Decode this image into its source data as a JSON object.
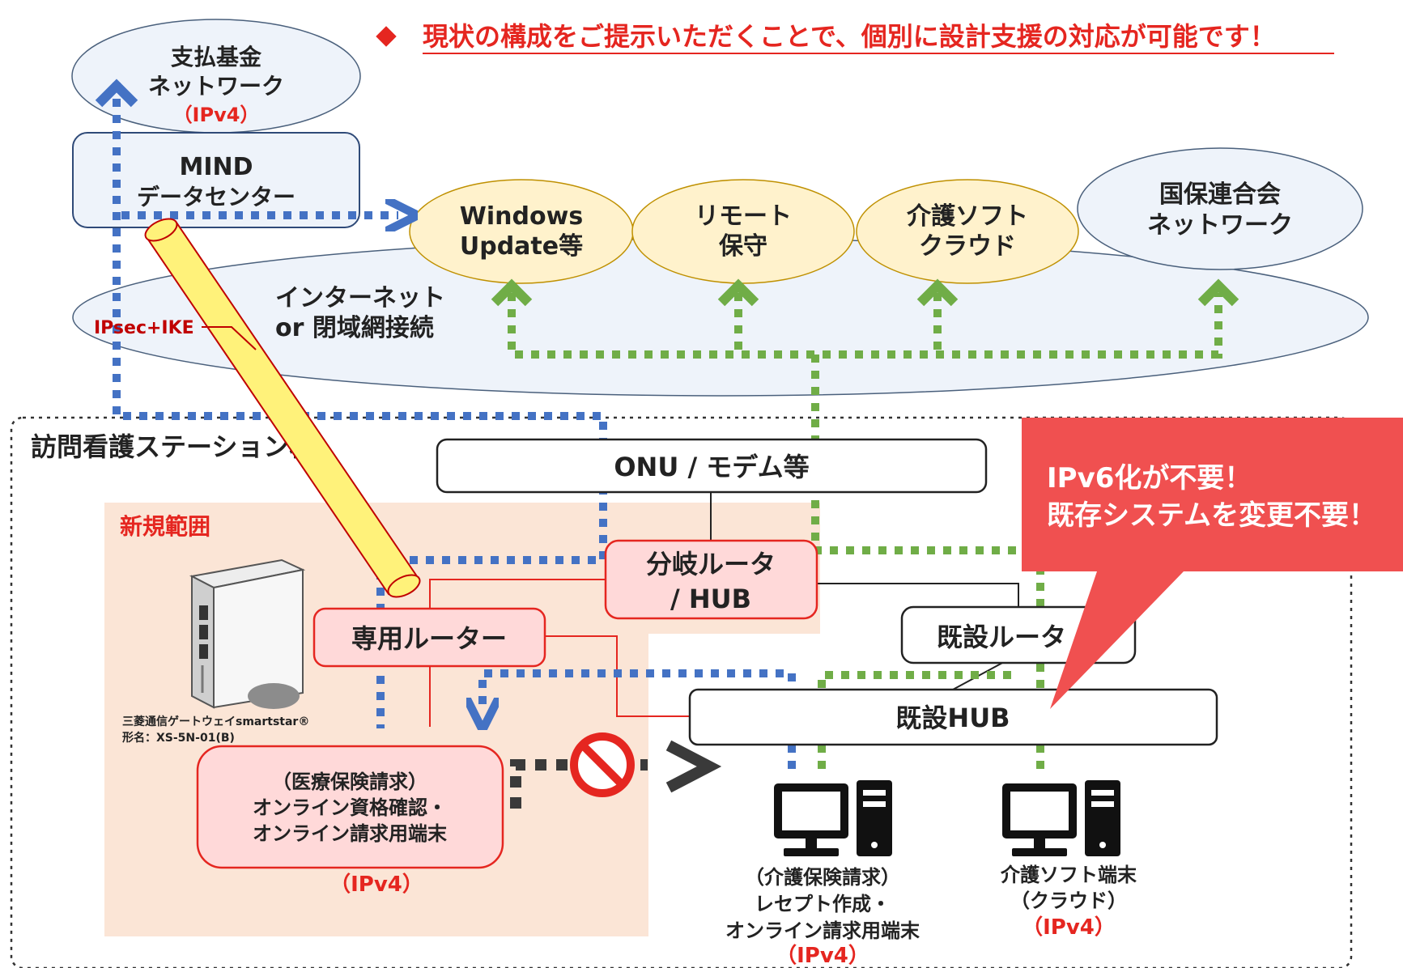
{
  "headline": "現状の構成をご提示いただくことで、個別に設計支援の対応が可能です！",
  "shiharai": {
    "line1": "支払基金",
    "line2": "ネットワーク",
    "protocol": "（IPv4）"
  },
  "mind": {
    "line1": "MIND",
    "line2": "データセンター"
  },
  "internet": {
    "line1": "インターネット",
    "line2": "or 閉域網接続"
  },
  "ipsec_label": "IPsec+IKE",
  "services": [
    {
      "line1": "Windows",
      "line2": "Update等"
    },
    {
      "line1": "リモート",
      "line2": "保守"
    },
    {
      "line1": "介護ソフト",
      "line2": "クラウド"
    }
  ],
  "kokuho": {
    "line1": "国保連合会",
    "line2": "ネットワーク"
  },
  "station_label": "訪問看護ステーション様",
  "onu_label": "ONU / モデム等",
  "new_scope_label": "新規範囲",
  "branch_router": {
    "line1": "分岐ルータ",
    "line2": "/ HUB"
  },
  "dedicated_router": "専用ルーター",
  "existing_router": "既設ルータ",
  "existing_hub": "既設HUB",
  "device_caption": {
    "line1": "三菱通信ゲートウェイsmartstar®",
    "line2": "形名：XS-5N-01(B)"
  },
  "medical_terminal": {
    "line1": "（医療保険請求）",
    "line2": "オンライン資格確認・",
    "line3": "オンライン請求用端末",
    "protocol": "（IPv4）"
  },
  "care_terminal": {
    "line1": "（介護保険請求）",
    "line2": "レセプト作成・",
    "line3": "オンライン請求用端末",
    "protocol": "（IPv4）"
  },
  "soft_terminal": {
    "line1": "介護ソフト端末",
    "line2": "（クラウド）",
    "protocol": "（IPv4）"
  },
  "callout": {
    "line1": "IPv6化が不要！",
    "line2": "既存システムを変更不要！"
  },
  "colors": {
    "blue_path": "#4472c4",
    "green_path": "#70ad47",
    "accent_red": "#e52620",
    "callout_bg": "#f05050",
    "service_fill": "#fff2cc",
    "ellipse_fill": "#eef3fa",
    "scope_fill": "#fbe5d6",
    "router_fill": "#ffd9d9"
  },
  "icons": [
    "diamond-bullet-icon",
    "server-device-icon",
    "prohibited-icon",
    "desktop-pc-icon",
    "arrow-up-icon",
    "arrow-right-icon",
    "arrow-down-icon"
  ]
}
